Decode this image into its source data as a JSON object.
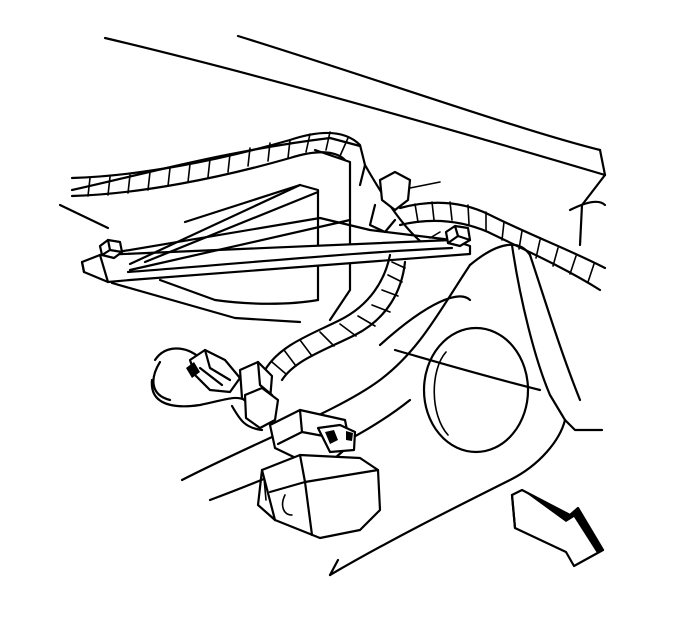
{
  "figure": {
    "background": "#ffffff",
    "stroke": "#000000",
    "components": [
      "body-panel",
      "cross-brace",
      "wiring-harness",
      "connector",
      "module",
      "wheel-opening",
      "direction-arrow"
    ]
  }
}
